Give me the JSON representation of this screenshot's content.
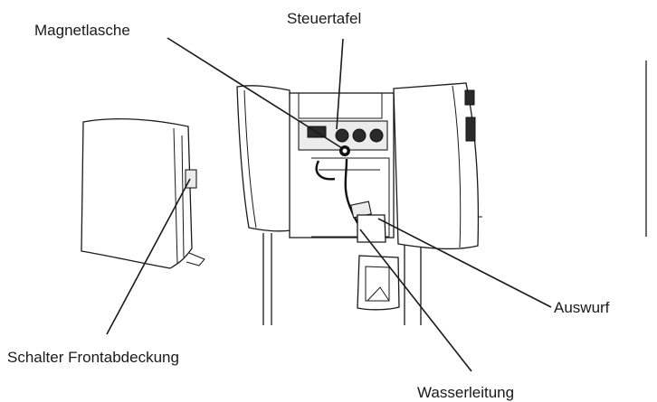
{
  "labels": {
    "steuertafel": "Steuertafel",
    "magnetlasche": "Magnetlasche",
    "auswurf": "Auswurf",
    "schalter_frontabdeckung": "Schalter Frontabdeckung",
    "wasserleitung": "Wasserleitung"
  }
}
